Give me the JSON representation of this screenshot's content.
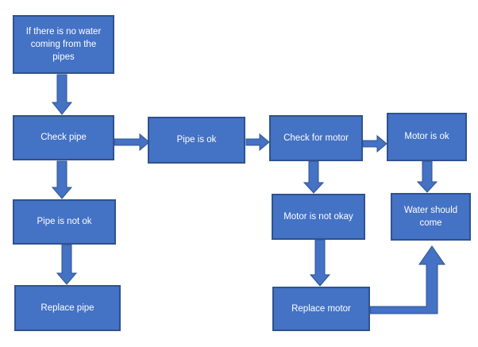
{
  "colors": {
    "node_fill": "#4472C4",
    "node_border": "#2F528F",
    "arrow_fill": "#4472C4",
    "arrow_border": "#2F528F",
    "text": "#FFFFFF",
    "background": "#FFFFFF"
  },
  "flowchart": {
    "type": "flowchart",
    "nodes": [
      {
        "id": "no-water",
        "label": "If there is no water coming from the pipes"
      },
      {
        "id": "check-pipe",
        "label": "Check pipe"
      },
      {
        "id": "pipe-ok",
        "label": "Pipe is ok"
      },
      {
        "id": "check-motor",
        "label": "Check for motor"
      },
      {
        "id": "motor-ok",
        "label": "Motor is ok"
      },
      {
        "id": "pipe-not-ok",
        "label": "Pipe is not ok"
      },
      {
        "id": "motor-not-okay",
        "label": "Motor is not okay"
      },
      {
        "id": "water-come",
        "label": "Water should come"
      },
      {
        "id": "replace-pipe",
        "label": "Replace pipe"
      },
      {
        "id": "replace-motor",
        "label": "Replace motor"
      }
    ],
    "edges": [
      {
        "from": "no-water",
        "to": "check-pipe"
      },
      {
        "from": "check-pipe",
        "to": "pipe-ok"
      },
      {
        "from": "pipe-ok",
        "to": "check-motor"
      },
      {
        "from": "check-motor",
        "to": "motor-ok"
      },
      {
        "from": "check-pipe",
        "to": "pipe-not-ok"
      },
      {
        "from": "pipe-not-ok",
        "to": "replace-pipe"
      },
      {
        "from": "check-motor",
        "to": "motor-not-okay"
      },
      {
        "from": "motor-not-okay",
        "to": "replace-motor"
      },
      {
        "from": "motor-ok",
        "to": "water-come"
      },
      {
        "from": "replace-motor",
        "to": "water-come"
      }
    ]
  }
}
